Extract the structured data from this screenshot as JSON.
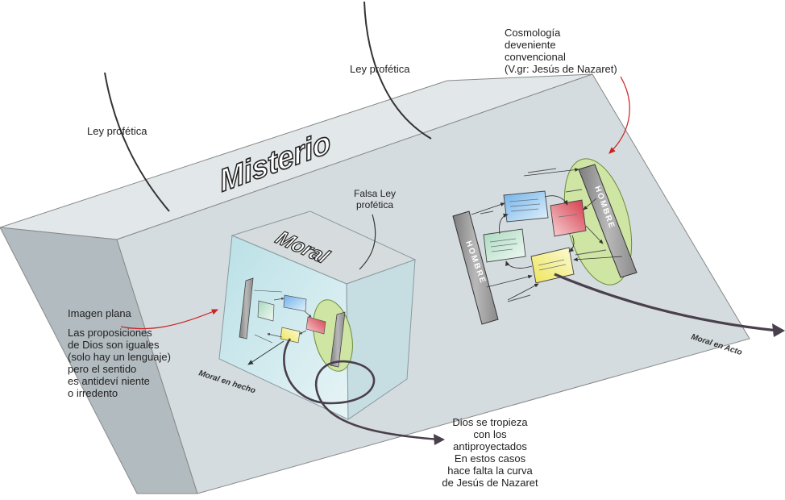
{
  "labels": {
    "misterio": "Misterio",
    "moral": "Moral",
    "ley_profetica_left": "Ley profética",
    "ley_profetica_right": "Ley profética",
    "falsa_ley_1": "Falsa Ley",
    "falsa_ley_2": "profética",
    "moral_en_hecho": "Moral en hecho",
    "moral_en_acto": "Moral en Acto",
    "hombre": "HOMBRE"
  },
  "cosmologia": {
    "line1": "Cosmología",
    "line2": "deveniente",
    "line3": "convencional",
    "line4": "(V.gr: Jesús de Nazaret)"
  },
  "imagen_plana": {
    "title": "Imagen plana",
    "line1": "Las proposiciones",
    "line2": "de Dios son iguales",
    "line3": "(solo hay un lenguaje)",
    "line4": "pero el sentido",
    "line5": "es antideví niente",
    "line6": "o irredento"
  },
  "dios_tropieza": {
    "line1": "Dios se tropieza",
    "line2": "con los",
    "line3": "antiproyectados",
    "line4": "En estos casos",
    "line5": "hace falta la curva",
    "line6": "de Jesús de Nazaret"
  },
  "colors": {
    "block_face": "#d4dcdf",
    "block_top": "#e4eaec",
    "block_bottom": "#b5bec2",
    "cube_face": "#c8e6ea",
    "pillar": "#9a9a9a",
    "blue_box": "#9ec9ec",
    "red_box": "#e4737e",
    "green_box": "#cde9d8",
    "yellow_box": "#f4f09a",
    "ellipse": "#cde3a6",
    "annotation": "#cc2222"
  }
}
